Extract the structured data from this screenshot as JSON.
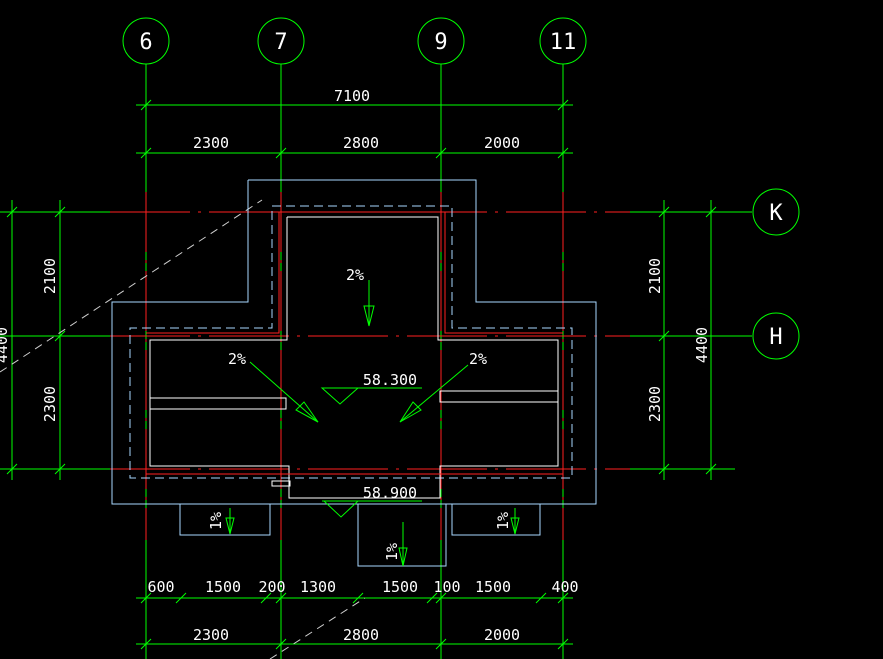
{
  "colors": {
    "background": "#000000",
    "axis_line": "#ff2020",
    "dimension_line": "#00ff00",
    "outline": "#a8d8ff",
    "inner_wall": "#ffffff",
    "text": "#ffffff"
  },
  "axes": {
    "vertical": [
      "6",
      "7",
      "9",
      "11"
    ],
    "horizontal": [
      "K",
      "H"
    ]
  },
  "dimensions": {
    "top_total": "7100",
    "top_segments": [
      "2300",
      "2800",
      "2000"
    ],
    "left_total": "4400",
    "left_segments": [
      "2100",
      "2300"
    ],
    "right_total": "4400",
    "right_segments": [
      "2100",
      "2300"
    ],
    "bottom_detail": [
      "600",
      "1500",
      "200",
      "1300",
      "1500",
      "100",
      "1500",
      "400"
    ],
    "bottom_segments": [
      "2300",
      "2800",
      "2000"
    ]
  },
  "annotations": {
    "slope_top": "2%",
    "slope_left": "2%",
    "slope_right": "2%",
    "elev_upper": "58.300",
    "elev_lower": "58.900",
    "slope_small_left": "1%",
    "slope_small_center": "1%",
    "slope_small_right": "1%"
  }
}
